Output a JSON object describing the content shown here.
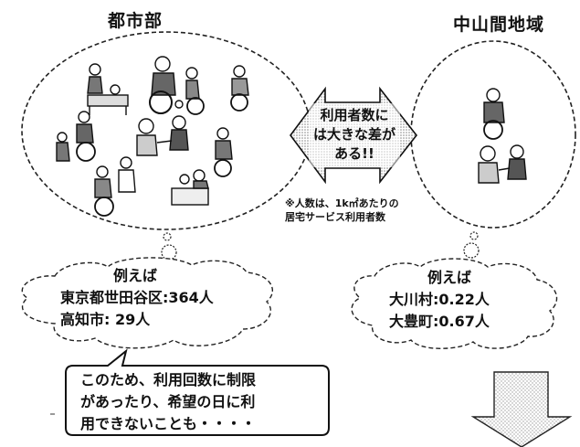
{
  "urban": {
    "title": "都市部",
    "cloud": {
      "heading": "例えば",
      "line1": "東京都世田谷区:364人",
      "line2": "高知市:  29人"
    }
  },
  "rural": {
    "title": "中山間地域",
    "cloud": {
      "heading": "例えば",
      "line1": "大川村:0.22人",
      "line2": "大豊町:0.67人"
    }
  },
  "arrow": {
    "line1": "利用者数に",
    "line2": "は大きな差が",
    "line3": "ある!!"
  },
  "note": {
    "line1": "※人数は、1k㎡あたりの",
    "line2": "居宅サービス利用者数"
  },
  "callout": {
    "line1": "このため、利用回数に制限",
    "line2": "があったり、希望の日に利",
    "line3": "用できないことも・・・・"
  },
  "icons": [
    "bed-care-icon",
    "wheelchair-user-icon",
    "walker-user-icon",
    "feeding-care-icon",
    "down-arrow-icon"
  ]
}
